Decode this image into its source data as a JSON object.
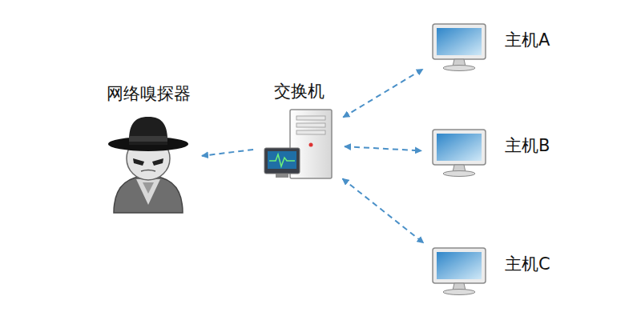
{
  "diagram": {
    "nodes": [
      {
        "text": [
          "网络嗅探器"
        ]
      },
      {
        "text": [
          "交换机"
        ]
      },
      {
        "text": [
          "主机A"
        ]
      },
      {
        "text": [
          "主机B"
        ]
      },
      {
        "text": [
          "主机C"
        ]
      }
    ],
    "edges": [
      {
        "from": 1,
        "to": 0,
        "arrow": "to"
      },
      {
        "from": 1,
        "to": 2,
        "arrow": "both"
      },
      {
        "from": 1,
        "to": 3,
        "arrow": "both"
      },
      {
        "from": 1,
        "to": 4,
        "arrow": "both"
      }
    ]
  }
}
